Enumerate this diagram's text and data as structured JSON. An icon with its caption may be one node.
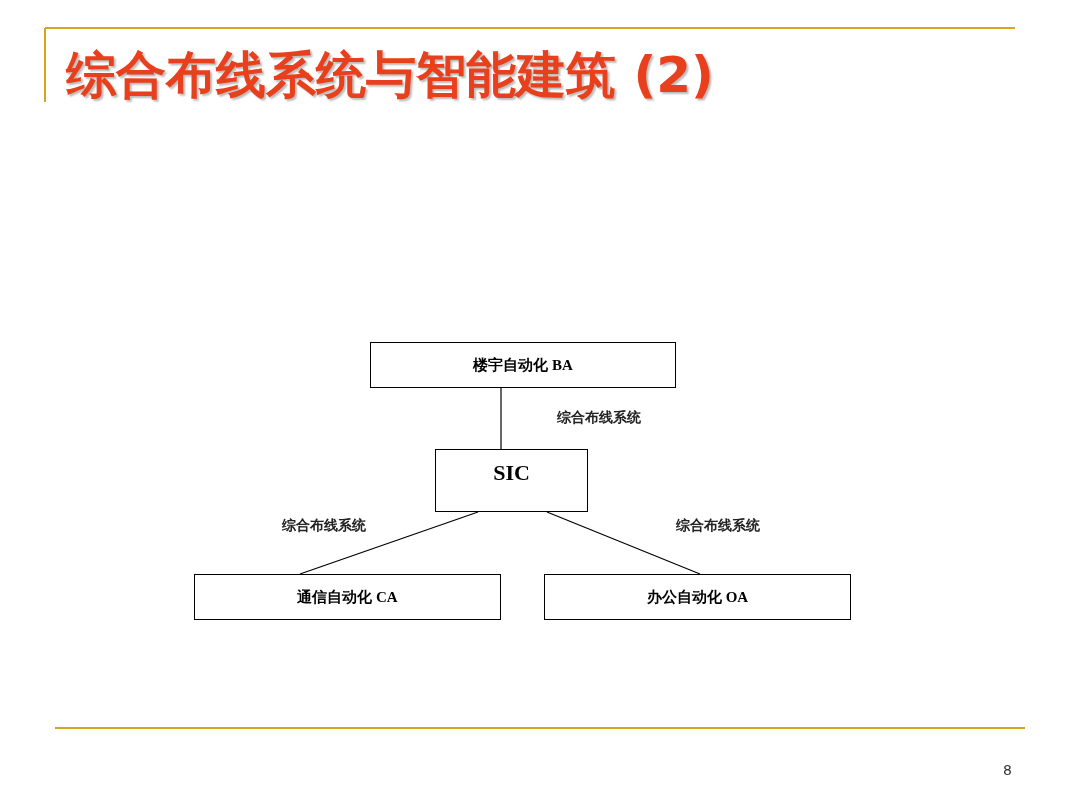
{
  "diagram": {
    "title": "综合布线系统与智能建筑 (2)",
    "nodes": [
      {
        "text": [
          "楼宇自动化 BA"
        ]
      },
      {
        "text": [
          "SIC"
        ]
      },
      {
        "text": [
          "通信自动化 CA"
        ]
      },
      {
        "text": [
          "办公自动化 OA"
        ]
      }
    ],
    "edges": [
      {
        "from": 0,
        "to": 1,
        "arrow": "none",
        "label": "综合布线系统"
      },
      {
        "from": 1,
        "to": 2,
        "arrow": "none",
        "label": "综合布线系统"
      },
      {
        "from": 1,
        "to": 3,
        "arrow": "none",
        "label": "综合布线系统"
      }
    ],
    "labels": [
      "8"
    ]
  }
}
